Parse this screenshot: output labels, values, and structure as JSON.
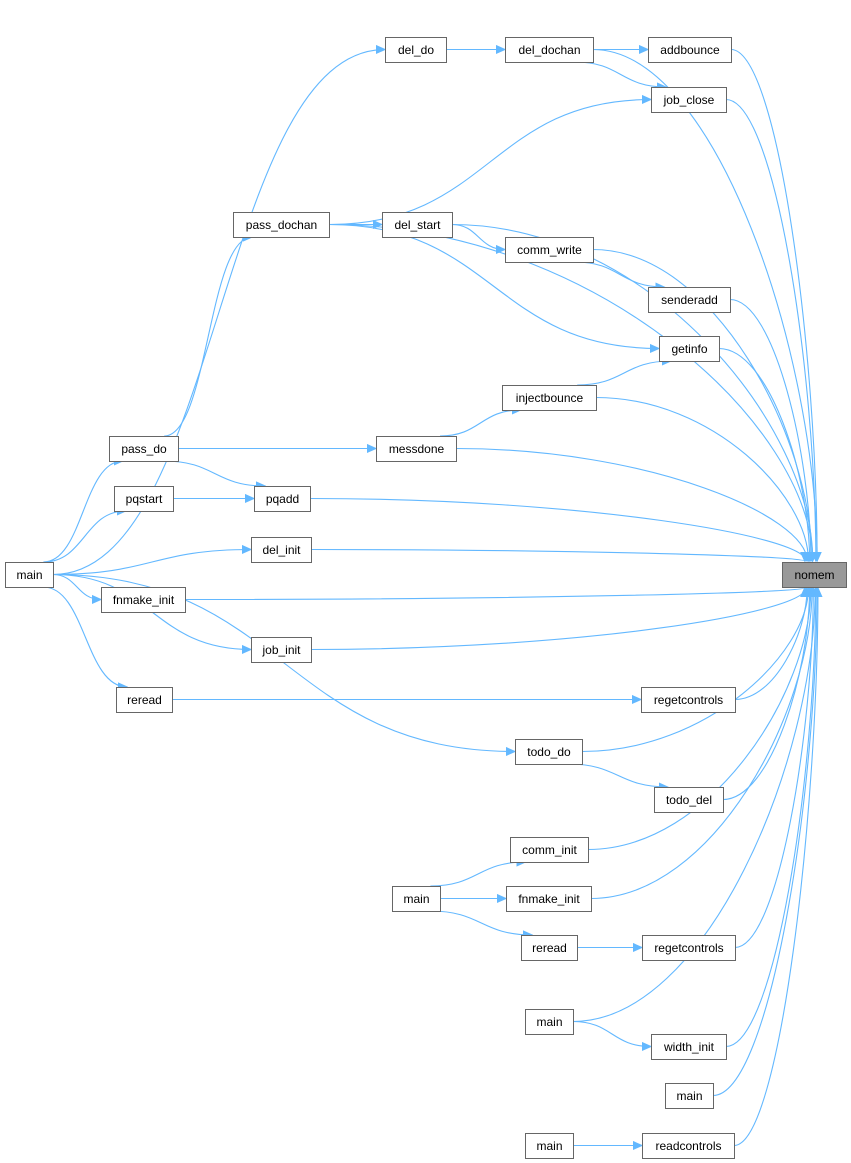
{
  "graph": {
    "nodes": [
      {
        "id": "del_do",
        "label": "del_do"
      },
      {
        "id": "del_dochan",
        "label": "del_dochan"
      },
      {
        "id": "addbounce",
        "label": "addbounce"
      },
      {
        "id": "job_close",
        "label": "job_close"
      },
      {
        "id": "pass_dochan",
        "label": "pass_dochan"
      },
      {
        "id": "del_start",
        "label": "del_start"
      },
      {
        "id": "comm_write",
        "label": "comm_write"
      },
      {
        "id": "senderadd",
        "label": "senderadd"
      },
      {
        "id": "getinfo",
        "label": "getinfo"
      },
      {
        "id": "injectbounce",
        "label": "injectbounce"
      },
      {
        "id": "pass_do",
        "label": "pass_do"
      },
      {
        "id": "messdone",
        "label": "messdone"
      },
      {
        "id": "pqstart",
        "label": "pqstart"
      },
      {
        "id": "pqadd",
        "label": "pqadd"
      },
      {
        "id": "main1",
        "label": "main"
      },
      {
        "id": "del_init",
        "label": "del_init"
      },
      {
        "id": "nomem",
        "label": "nomem",
        "highlight": true
      },
      {
        "id": "fnmake_init1",
        "label": "fnmake_init"
      },
      {
        "id": "job_init",
        "label": "job_init"
      },
      {
        "id": "reread1",
        "label": "reread"
      },
      {
        "id": "regetcontrols1",
        "label": "regetcontrols"
      },
      {
        "id": "todo_do",
        "label": "todo_do"
      },
      {
        "id": "todo_del",
        "label": "todo_del"
      },
      {
        "id": "comm_init",
        "label": "comm_init"
      },
      {
        "id": "main2",
        "label": "main"
      },
      {
        "id": "fnmake_init2",
        "label": "fnmake_init"
      },
      {
        "id": "reread2",
        "label": "reread"
      },
      {
        "id": "regetcontrols2",
        "label": "regetcontrols"
      },
      {
        "id": "main3",
        "label": "main"
      },
      {
        "id": "width_init",
        "label": "width_init"
      },
      {
        "id": "main4",
        "label": "main"
      },
      {
        "id": "main5",
        "label": "main"
      },
      {
        "id": "readcontrols",
        "label": "readcontrols"
      }
    ],
    "edges": [
      {
        "from": "main1",
        "to": "del_do"
      },
      {
        "from": "del_do",
        "to": "del_dochan"
      },
      {
        "from": "del_dochan",
        "to": "addbounce"
      },
      {
        "from": "del_dochan",
        "to": "job_close"
      },
      {
        "from": "del_dochan",
        "to": "nomem"
      },
      {
        "from": "addbounce",
        "to": "nomem"
      },
      {
        "from": "job_close",
        "to": "nomem"
      },
      {
        "from": "pass_dochan",
        "to": "job_close"
      },
      {
        "from": "pass_dochan",
        "to": "nomem"
      },
      {
        "from": "pass_dochan",
        "to": "del_start"
      },
      {
        "from": "pass_dochan",
        "to": "getinfo"
      },
      {
        "from": "del_start",
        "to": "nomem"
      },
      {
        "from": "del_start",
        "to": "comm_write"
      },
      {
        "from": "comm_write",
        "to": "nomem"
      },
      {
        "from": "comm_write",
        "to": "senderadd"
      },
      {
        "from": "senderadd",
        "to": "nomem"
      },
      {
        "from": "getinfo",
        "to": "nomem"
      },
      {
        "from": "injectbounce",
        "to": "getinfo"
      },
      {
        "from": "injectbounce",
        "to": "nomem"
      },
      {
        "from": "messdone",
        "to": "injectbounce"
      },
      {
        "from": "messdone",
        "to": "nomem"
      },
      {
        "from": "pass_do",
        "to": "pass_dochan"
      },
      {
        "from": "pass_do",
        "to": "messdone"
      },
      {
        "from": "pass_do",
        "to": "pqadd"
      },
      {
        "from": "main1",
        "to": "pass_do"
      },
      {
        "from": "main1",
        "to": "pqstart"
      },
      {
        "from": "pqstart",
        "to": "pqadd"
      },
      {
        "from": "pqadd",
        "to": "nomem"
      },
      {
        "from": "main1",
        "to": "del_init"
      },
      {
        "from": "del_init",
        "to": "nomem"
      },
      {
        "from": "main1",
        "to": "fnmake_init1"
      },
      {
        "from": "fnmake_init1",
        "to": "nomem"
      },
      {
        "from": "main1",
        "to": "job_init"
      },
      {
        "from": "job_init",
        "to": "nomem"
      },
      {
        "from": "main1",
        "to": "reread1"
      },
      {
        "from": "reread1",
        "to": "regetcontrols1"
      },
      {
        "from": "regetcontrols1",
        "to": "nomem"
      },
      {
        "from": "main1",
        "to": "todo_do"
      },
      {
        "from": "todo_do",
        "to": "nomem"
      },
      {
        "from": "todo_do",
        "to": "todo_del"
      },
      {
        "from": "todo_del",
        "to": "nomem"
      },
      {
        "from": "main2",
        "to": "comm_init"
      },
      {
        "from": "main2",
        "to": "fnmake_init2"
      },
      {
        "from": "main2",
        "to": "reread2"
      },
      {
        "from": "comm_init",
        "to": "nomem"
      },
      {
        "from": "fnmake_init2",
        "to": "nomem"
      },
      {
        "from": "reread2",
        "to": "regetcontrols2"
      },
      {
        "from": "regetcontrols2",
        "to": "nomem"
      },
      {
        "from": "main3",
        "to": "width_init"
      },
      {
        "from": "main3",
        "to": "nomem"
      },
      {
        "from": "width_init",
        "to": "nomem"
      },
      {
        "from": "main4",
        "to": "nomem"
      },
      {
        "from": "main5",
        "to": "readcontrols"
      },
      {
        "from": "readcontrols",
        "to": "nomem"
      }
    ]
  },
  "colors": {
    "edge": "#63b8ff",
    "node_border": "#666666",
    "node_fill": "#ffffff",
    "highlight_fill": "#999999"
  }
}
